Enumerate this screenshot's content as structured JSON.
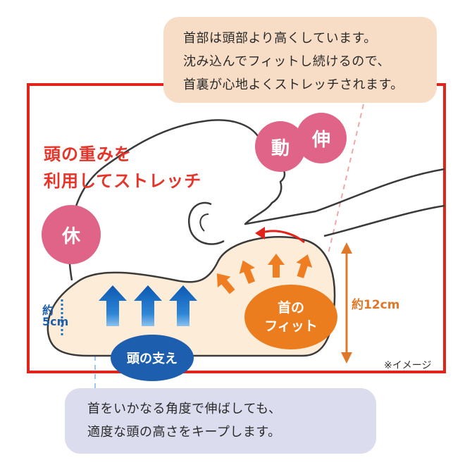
{
  "top_callout": {
    "line1": "首部は頭部より高くしています。",
    "line2": "沈み込んでフィットし続けるので、",
    "line3": "首裏が心地よくストレッチされます。"
  },
  "headline": {
    "line1": "頭の重みを",
    "line2": "利用してストレッチ"
  },
  "circles": {
    "move": "動",
    "stretch": "伸",
    "rest": "休"
  },
  "measurements": {
    "head_height_line1": "約",
    "head_height_line2": "5cm",
    "neck_height": "約12cm"
  },
  "badges": {
    "neck_fit_line1": "首の",
    "neck_fit_line2": "フィット",
    "head_support": "頭の支え"
  },
  "image_note": "※イメージ",
  "bottom_callout": {
    "line1": "首をいかなる角度で伸ばしても、",
    "line2": "適度な頭の高さをキープします。"
  },
  "colors": {
    "frame_red": "#e2231a",
    "pillow_fill": "#fcecd8",
    "arrow_orange": "#ef7d22",
    "arrow_blue": "#1d6fc0",
    "circle_pink": "#df6487"
  }
}
